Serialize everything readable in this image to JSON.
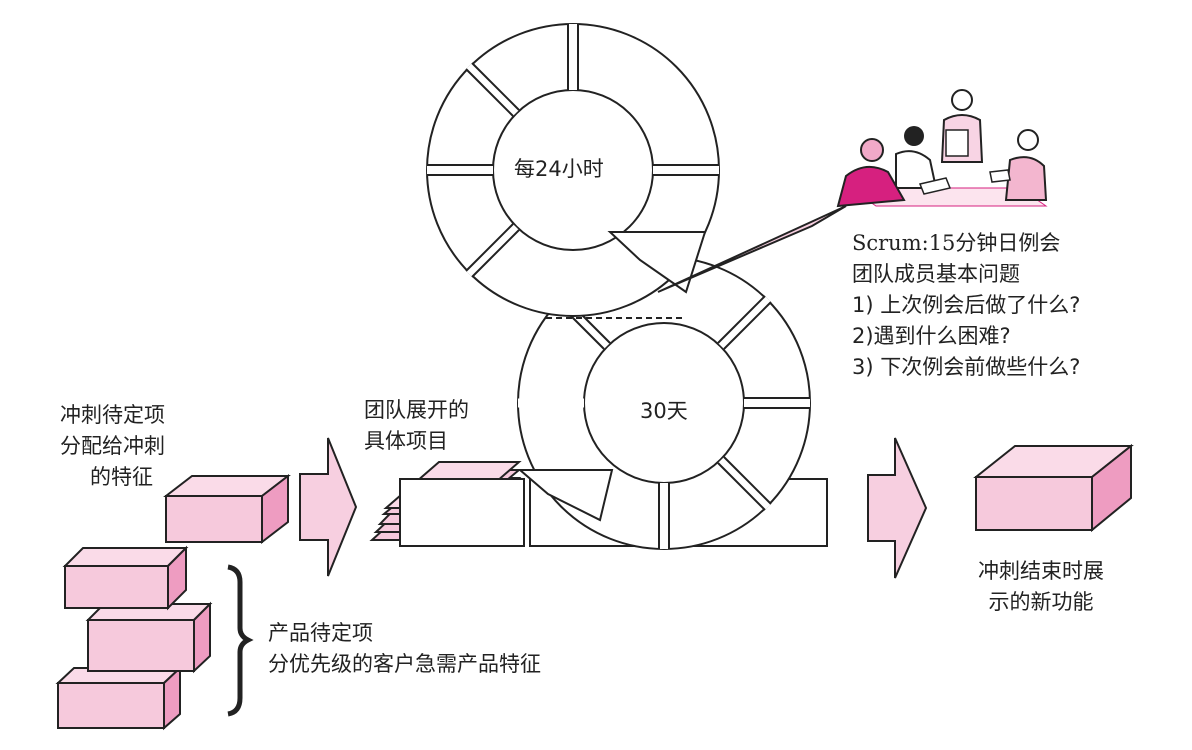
{
  "colors": {
    "box_front": "#f6c9dc",
    "box_top": "#fadbe8",
    "box_side": "#ee9cc1",
    "arrow_fill": "#f7cfe0",
    "meeting_highlight": "#d6207f",
    "meeting_soft": "#f1a9c8",
    "outline": "#222222"
  },
  "icons": {
    "meeting": "team-meeting-illustration",
    "daily_cycle": "circular-arrow-24h",
    "sprint_cycle": "circular-arrow-30d"
  },
  "labels": {
    "daily_cycle": "每24小时",
    "sprint_cycle": "30天",
    "sprint_backlog": [
      "冲刺待定项",
      "分配给冲刺",
      "的特征"
    ],
    "team_tasks": [
      "团队展开的",
      "具体项目"
    ],
    "product_backlog": [
      "产品待定项",
      "分优先级的客户急需产品特征"
    ],
    "increment": [
      "冲刺结束时展",
      "示的新功能"
    ],
    "scrum": {
      "title": "Scrum:15分钟日例会",
      "subtitle": "团队成员基本问题",
      "questions": [
        "1) 上次例会后做了什么?",
        "2)遇到什么困难?",
        "3) 下次例会前做些什么?"
      ]
    }
  }
}
